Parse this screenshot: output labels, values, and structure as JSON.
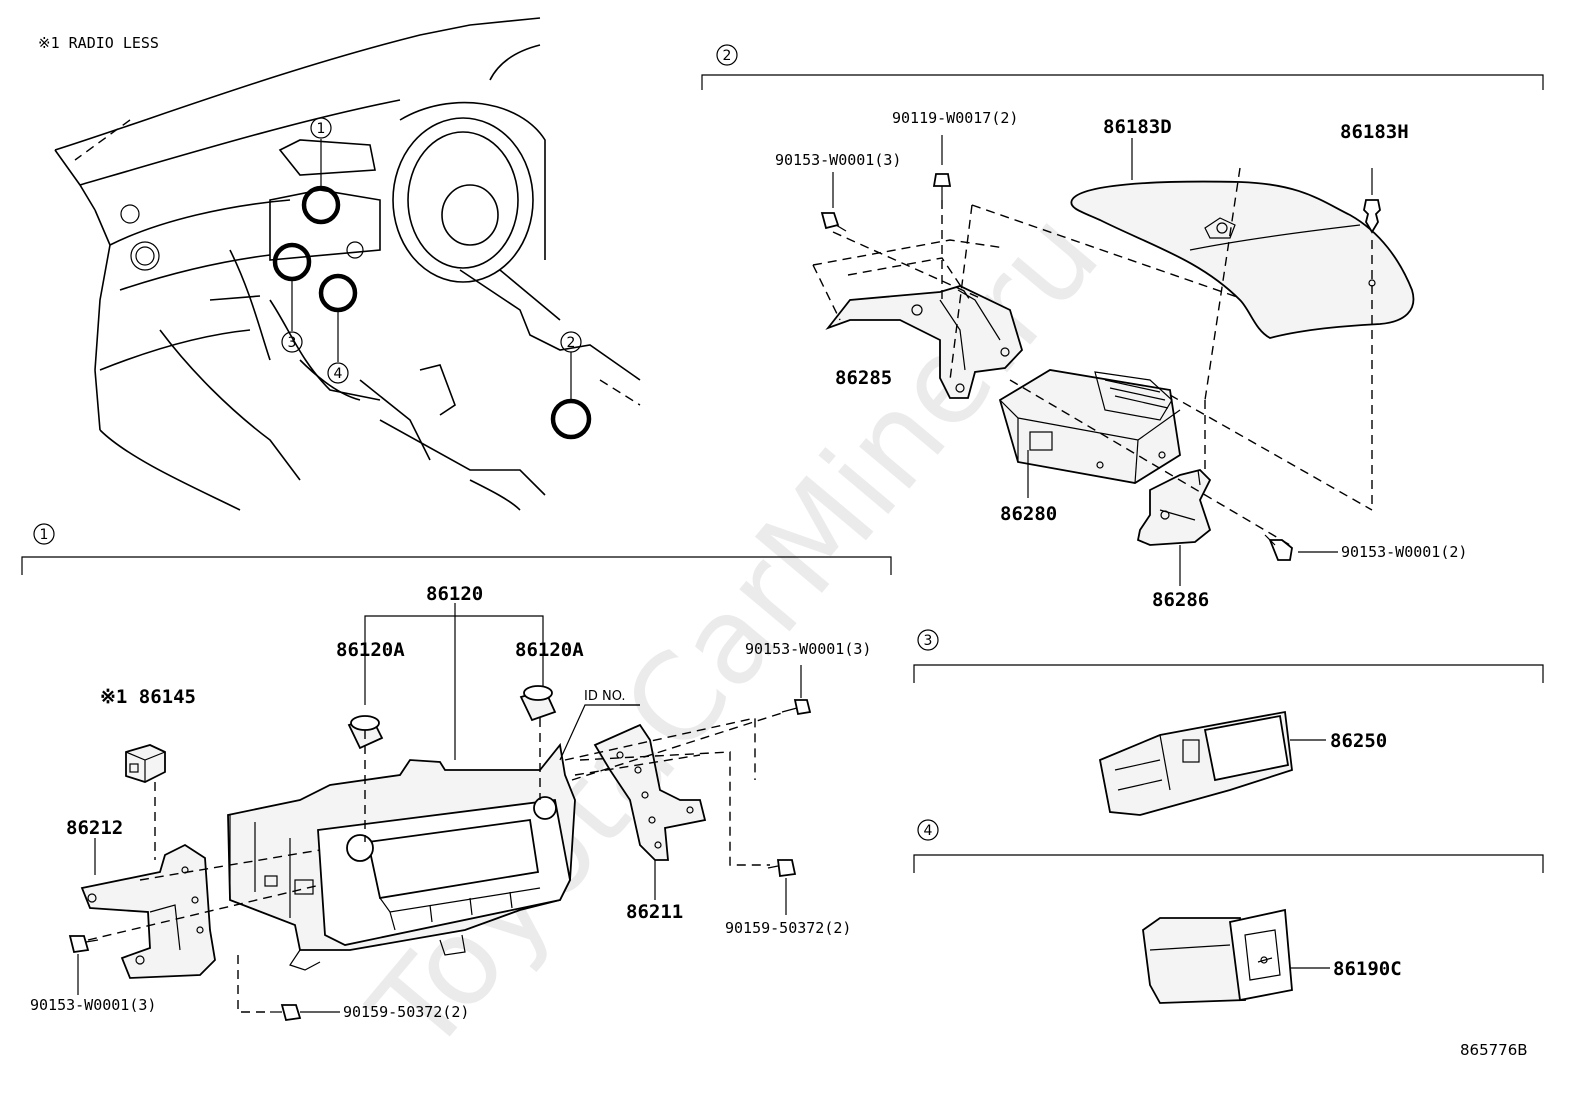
{
  "header_note": "※1 RADIO  LESS",
  "sections": {
    "s1": "1",
    "s2": "2",
    "s3": "3",
    "s4": "4"
  },
  "overview_callouts": [
    "1",
    "2",
    "3",
    "4"
  ],
  "section2": {
    "parts": {
      "p90119": "90119-W0017(2)",
      "p90153_top": "90153-W0001(3)",
      "p86183D": "86183D",
      "p86183H": "86183H",
      "p86285": "86285",
      "p86280": "86280",
      "p86286": "86286",
      "p90153_right": "90153-W0001(2)"
    }
  },
  "section1": {
    "parts": {
      "p86120": "86120",
      "p86120A_left": "86120A",
      "p86120A_right": "86120A",
      "p90153_top": "90153-W0001(3)",
      "id_no": "ID NO.",
      "p86145": "※1 86145",
      "p86212": "86212",
      "p86211": "86211",
      "p90159_right": "90159-50372(2)",
      "p90153_bottom": "90153-W0001(3)",
      "p90159_bottom": "90159-50372(2)"
    }
  },
  "section3": {
    "parts": {
      "p86250": "86250"
    }
  },
  "section4": {
    "parts": {
      "p86190C": "86190C"
    }
  },
  "diagram_id": "865776B",
  "watermark": "ToyotaCarMine.ru"
}
